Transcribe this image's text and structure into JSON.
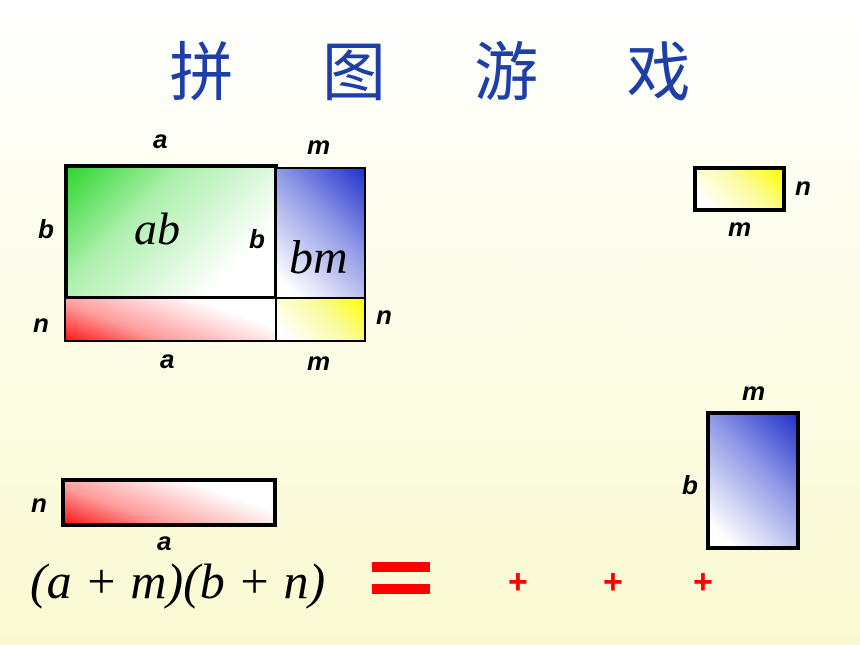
{
  "title": "拼 图 游 戏",
  "labels": {
    "a": "a",
    "b": "b",
    "m": "m",
    "n": "n"
  },
  "area_labels": {
    "ab": "ab",
    "bm": "bm"
  },
  "equation": {
    "lhs": "(a + m)(b + n)",
    "equals": "=",
    "plus": "+"
  },
  "colors": {
    "title": "#1f3fa8",
    "green": "#2fd62f",
    "blue": "#2233cc",
    "red": "#ff1a1a",
    "yellow": "#ffff00",
    "operator": "#ff0000"
  }
}
